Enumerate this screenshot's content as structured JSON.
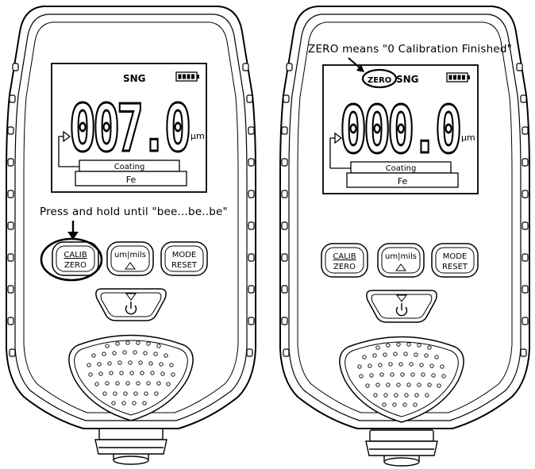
{
  "devices": [
    {
      "mode_label": "SNG",
      "zero_label": "",
      "reading_digits": "007.0",
      "unit": "µm",
      "layer_label": "Coating",
      "substrate": "Fe",
      "buttons": {
        "calib": "CALIB",
        "zero": "ZERO",
        "units": "um|mils",
        "mode": "MODE",
        "reset": "RESET"
      }
    },
    {
      "mode_label": "SNG",
      "zero_label": "ZERO",
      "reading_digits": "000.0",
      "unit": "µm",
      "layer_label": "Coating",
      "substrate": "Fe",
      "buttons": {
        "calib": "CALIB",
        "zero": "ZERO",
        "units": "um|mils",
        "mode": "MODE",
        "reset": "RESET"
      }
    }
  ],
  "annotations": {
    "left_instruction": "Press and hold until \"bee...be..be\"",
    "right_note": "ZERO means \"0 Calibration Finished\""
  }
}
